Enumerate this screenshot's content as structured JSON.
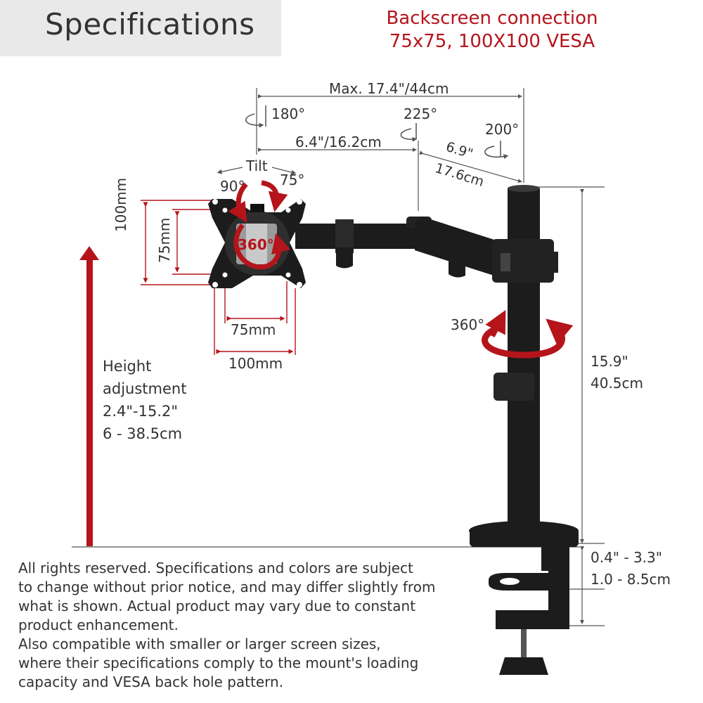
{
  "header": {
    "title": "Specifications",
    "connection_line1": "Backscreen connection",
    "connection_line2": "75x75, 100X100 VESA"
  },
  "dimensions": {
    "max_reach": "Max. 17.4\"/44cm",
    "arm_inner": "6.4\"/16.2cm",
    "arm_outer_in": "6.9\"",
    "arm_outer_cm": "17.6cm",
    "rot_180": "180°",
    "rot_225": "225°",
    "rot_200": "200°",
    "tilt": "Tilt",
    "tilt_90": "90°",
    "tilt_75": "75°",
    "rotate_plate": "360°",
    "swivel_pole": "360°",
    "vesa_h_100": "100mm",
    "vesa_h_75": "75mm",
    "vesa_w_75": "75mm",
    "vesa_w_100": "100mm",
    "pole_height_in": "15.9\"",
    "pole_height_cm": "40.5cm",
    "clamp_in": "0.4\" - 3.3\"",
    "clamp_cm": "1.0 - 8.5cm"
  },
  "height_adjustment": {
    "line1": "Height",
    "line2": "adjustment",
    "line3": "2.4\"-15.2\"",
    "line4": "6 - 38.5cm"
  },
  "disclaimer": [
    "All rights reserved. Specifications and colors are subject",
    "to change without prior notice, and may differ slightly from",
    "what is shown. Actual product may vary due to constant",
    "product enhancement.",
    "Also compatible with smaller or larger screen sizes,",
    "where their specifications comply to the mount's loading",
    "capacity and VESA back hole pattern."
  ],
  "colors": {
    "accent_red": "#b5141b",
    "mount_black": "#1a1a1a",
    "header_gray": "#e9e9e9"
  }
}
